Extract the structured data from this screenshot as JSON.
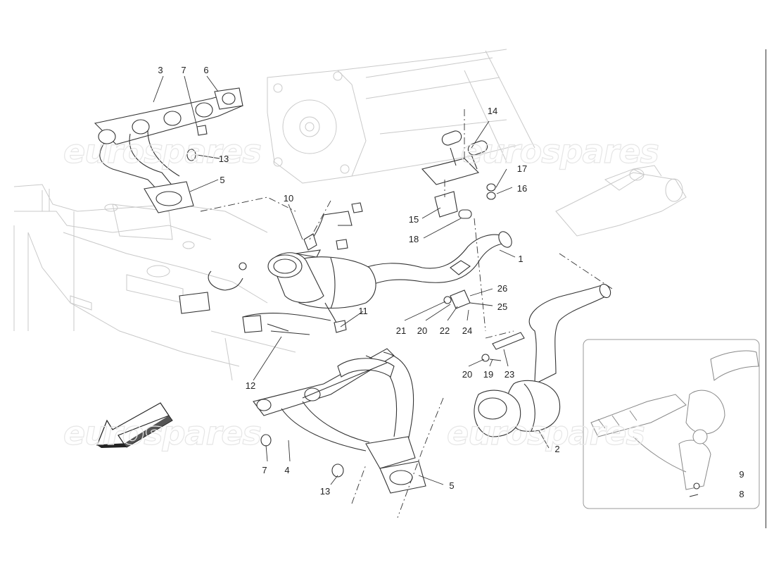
{
  "watermark": {
    "text": "eurospares"
  },
  "callouts": {
    "c1": "1",
    "c2": "2",
    "c3": "3",
    "c4": "4",
    "c5a": "5",
    "c5b": "5",
    "c6": "6",
    "c7a": "7",
    "c7b": "7",
    "c8": "8",
    "c9": "9",
    "c10": "10",
    "c11": "11",
    "c12": "12",
    "c13a": "13",
    "c13b": "13",
    "c14": "14",
    "c15": "15",
    "c16": "16",
    "c17": "17",
    "c18": "18",
    "c19": "19",
    "c20a": "20",
    "c20b": "20",
    "c21": "21",
    "c22": "22",
    "c23": "23",
    "c24": "24",
    "c25": "25",
    "c26": "26"
  },
  "colors": {
    "line": "#333333",
    "ghost": "#c9c9c9",
    "watermark": "#e6e6e6",
    "inset_border": "#999999"
  },
  "icons": {
    "direction_arrow": "front-direction-arrow-icon"
  }
}
